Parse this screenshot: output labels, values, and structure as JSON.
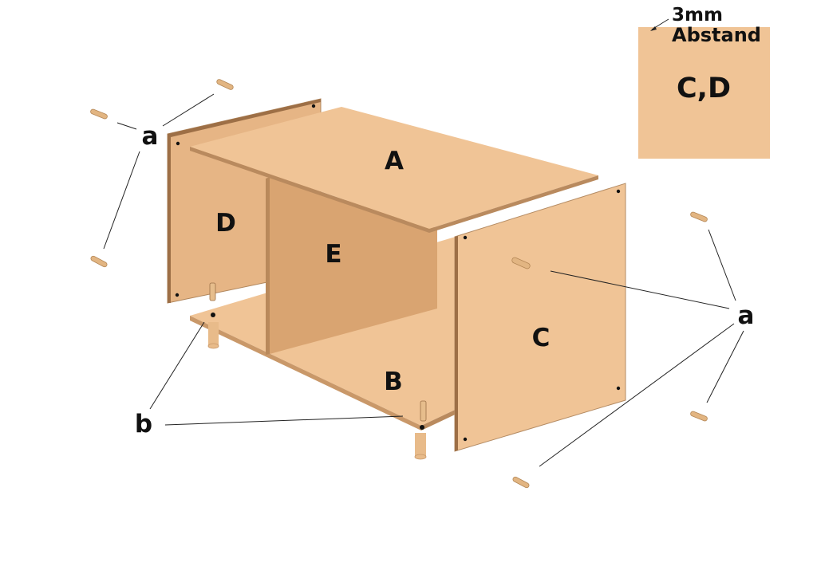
{
  "labels": {
    "panel_top": "A",
    "panel_bottom": "B",
    "panel_right": "C",
    "panel_left": "D",
    "panel_divider": "E",
    "dowel_left": "a",
    "dowel_right": "a",
    "foot": "b",
    "inset_panels": "C,D",
    "inset_gap_value": "3mm",
    "inset_gap_word": "Abstand"
  },
  "colors": {
    "panel_light": "#f0c496",
    "panel_mid": "#e3b283",
    "panel_dark": "#d6a16e",
    "panel_edge": "#a87a52",
    "dowel": "#e2b582",
    "dowel_dark": "#b48756",
    "hole": "#111111",
    "leader": "#222222"
  }
}
